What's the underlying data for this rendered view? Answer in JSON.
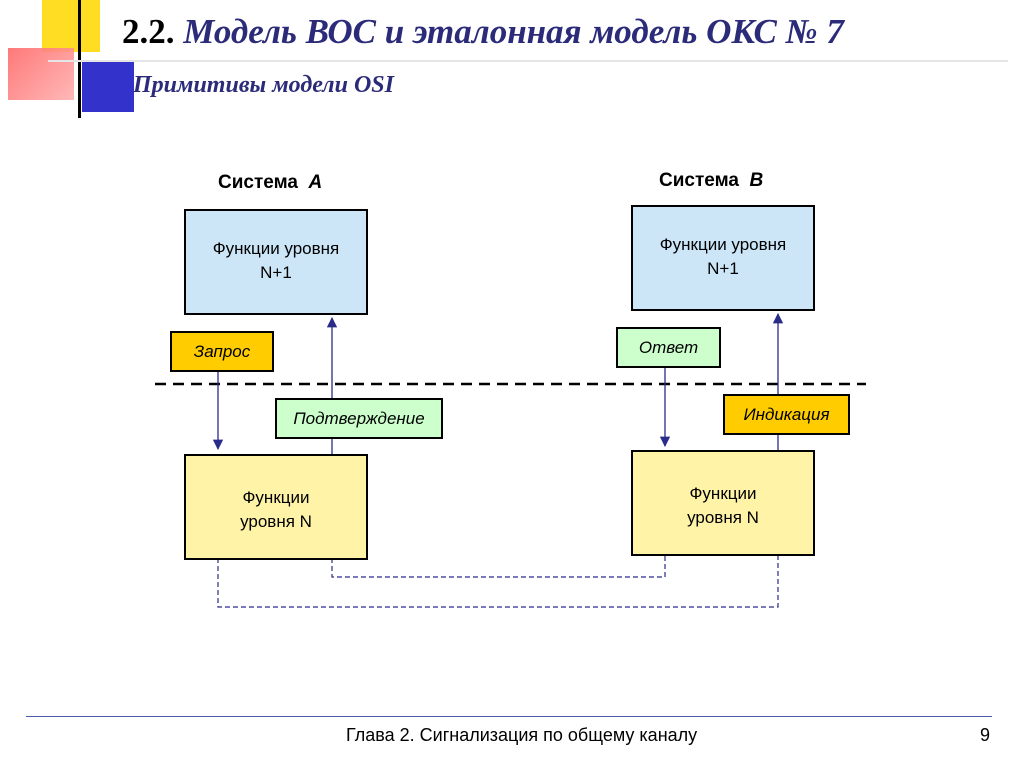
{
  "header": {
    "number": "2.2.",
    "title": "Модель ВОС и эталонная модель ОКС № 7",
    "subtitle": "Примитивы модели OSI"
  },
  "system_a": {
    "label_prefix": "Система",
    "label_letter": "A",
    "upper_box": {
      "line1": "Функции уровня",
      "line2": "N+1"
    },
    "lower_box": {
      "line1": "Функции",
      "line2": "уровня N"
    },
    "primitive_down": "Запрос",
    "primitive_up": "Подтверждение"
  },
  "system_b": {
    "label_prefix": "Система",
    "label_letter": "B",
    "upper_box": {
      "line1": "Функции уровня",
      "line2": "N+1"
    },
    "lower_box": {
      "line1": "Функции",
      "line2": "уровня N"
    },
    "primitive_down": "Ответ",
    "primitive_up": "Индикация"
  },
  "colors": {
    "upper_box_fill": "#cce6f8",
    "lower_box_fill": "#fff3a8",
    "orange_tag_fill": "#ffcc00",
    "green_tag_fill": "#ccffcc",
    "arrow_color": "#2b2b8a",
    "title_color": "#2b2b7a"
  },
  "footer": {
    "chapter": "Глава 2. Сигнализация по общему каналу",
    "page": "9"
  }
}
